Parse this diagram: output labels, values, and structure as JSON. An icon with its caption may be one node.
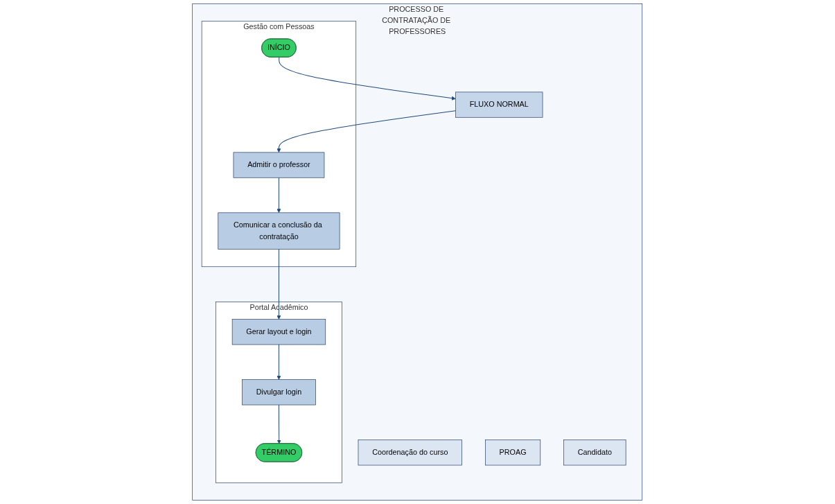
{
  "diagram": {
    "nodes": [
      {
        "text": [
          "PROCESSO DE CONTRATAÇÃO DE PROFESSORES"
        ]
      },
      {
        "text": [
          "Coordenação do curso"
        ],
        "in": 0
      },
      {
        "text": [
          "PROAG"
        ],
        "in": 0
      },
      {
        "text": [
          "Gestão com Pessoas"
        ],
        "in": 0
      },
      {
        "text": [
          "Portal Acadêmico"
        ],
        "in": 0
      },
      {
        "text": [
          "Candidato"
        ],
        "in": 0
      },
      {
        "text": [
          "INÍCIO"
        ],
        "in": 3
      },
      {
        "text": [
          "FLUXO NORMAL"
        ],
        "in": 0
      },
      {
        "text": [
          "Admitir o professor"
        ],
        "in": 3
      },
      {
        "text": [
          "Comunicar a conclusão da contratação"
        ],
        "in": 3
      },
      {
        "text": [
          "Gerar layout e login"
        ],
        "in": 4
      },
      {
        "text": [
          "Divulgar login"
        ],
        "in": 4
      },
      {
        "text": [
          "TÉRMINO"
        ],
        "in": 4
      }
    ],
    "edges": [
      {
        "from": 6,
        "to": 7,
        "arrow": "to"
      },
      {
        "from": 7,
        "to": 8,
        "arrow": "to"
      },
      {
        "from": 8,
        "to": 9,
        "arrow": "to"
      },
      {
        "from": 9,
        "to": 10,
        "arrow": "to"
      },
      {
        "from": 10,
        "to": 11,
        "arrow": "to"
      },
      {
        "from": 11,
        "to": 12,
        "arrow": "to"
      }
    ]
  }
}
